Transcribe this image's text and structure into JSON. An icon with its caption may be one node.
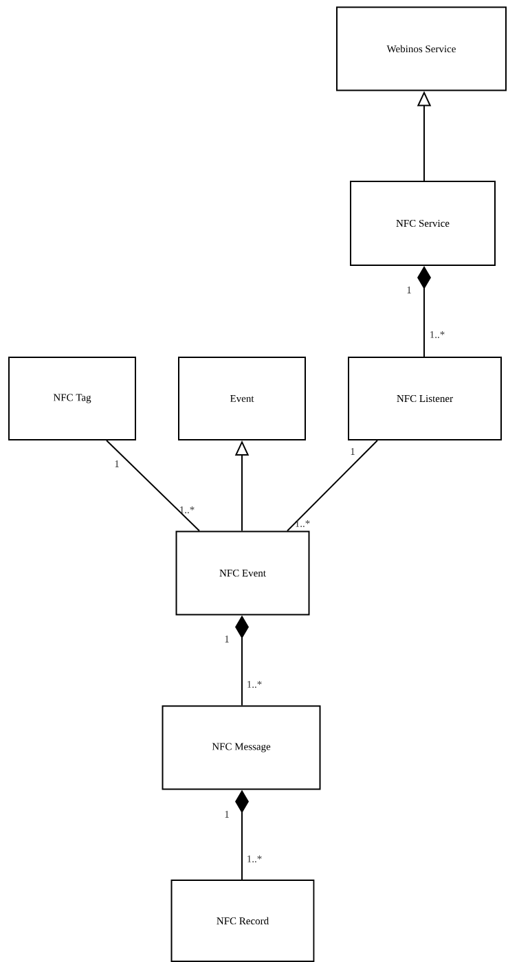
{
  "diagram": {
    "nodes": [
      {
        "text": [
          "Webinos Service"
        ]
      },
      {
        "text": [
          "NFC Service"
        ]
      },
      {
        "text": [
          "NFC Tag"
        ]
      },
      {
        "text": [
          "Event"
        ]
      },
      {
        "text": [
          "NFC Listener"
        ]
      },
      {
        "text": [
          "NFC Event"
        ]
      },
      {
        "text": [
          "NFC Message"
        ]
      },
      {
        "text": [
          "NFC Record"
        ]
      }
    ],
    "edges": [
      {
        "from": 1,
        "to": 0,
        "arrow": "to"
      },
      {
        "from": 1,
        "to": 4,
        "arrow": "other"
      },
      {
        "from": 2,
        "to": 5,
        "arrow": "none"
      },
      {
        "from": 5,
        "to": 3,
        "arrow": "to"
      },
      {
        "from": 4,
        "to": 5,
        "arrow": "none"
      },
      {
        "from": 5,
        "to": 6,
        "arrow": "other"
      },
      {
        "from": 6,
        "to": 7,
        "arrow": "other"
      }
    ],
    "labels": [
      "1",
      "1..*",
      "1",
      "1",
      "1..*",
      "1..*",
      "1",
      "1..*",
      "1",
      "1..*"
    ]
  }
}
